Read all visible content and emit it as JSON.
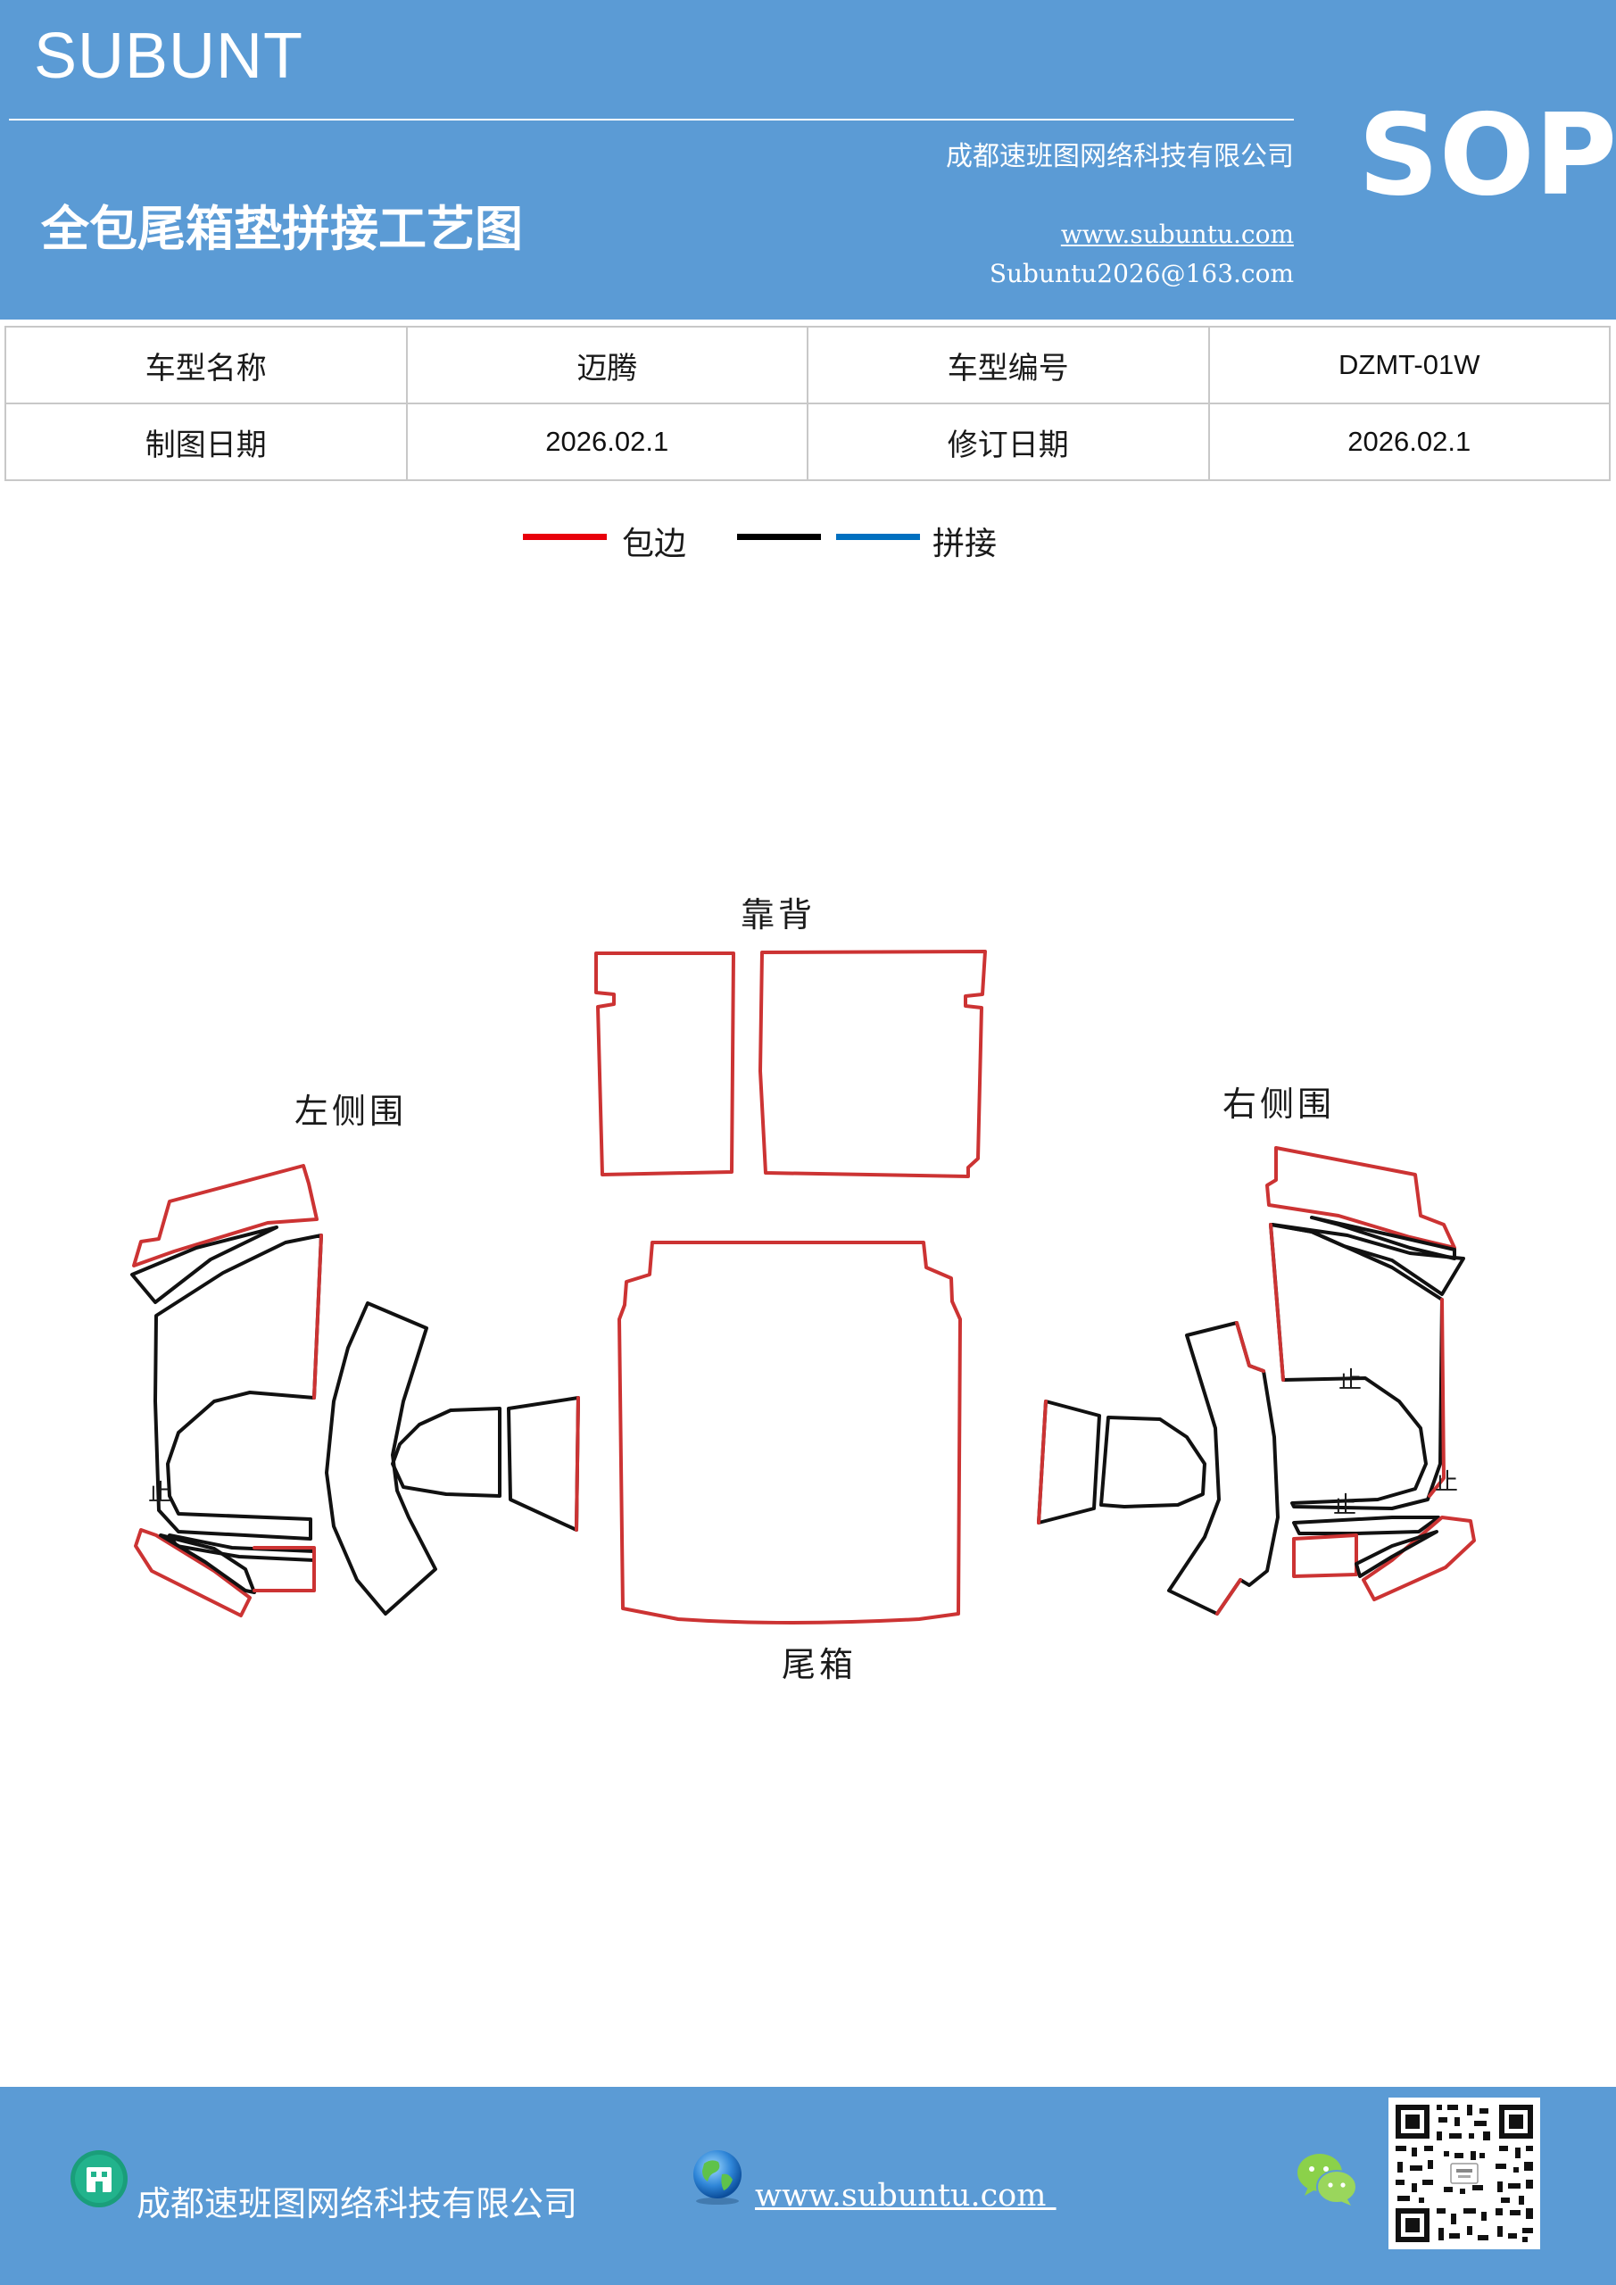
{
  "header": {
    "brand": "SUBUNT",
    "company": "成都速班图网络科技有限公司",
    "title": "全包尾箱垫拼接工艺图",
    "website": "www.subuntu.com",
    "email": "Subuntu2026@163.com",
    "badge": "SOP"
  },
  "info": {
    "model_name_label": "车型名称",
    "model_name_value": "迈腾",
    "model_code_label": "车型编号",
    "model_code_value": "DZMT-01W",
    "draw_date_label": "制图日期",
    "draw_date_value": "2026.02.1",
    "revise_date_label": "修订日期",
    "revise_date_value": "2026.02.1"
  },
  "legend": {
    "edge_label": "包边",
    "splice_label": "拼接",
    "colors": {
      "edge": "#e8000b",
      "splice_black": "#000000",
      "splice_blue": "#0070c0"
    }
  },
  "diagram": {
    "backrest": "靠背",
    "left_side": "左侧围",
    "right_side": "右侧围",
    "trunk": "尾箱",
    "stop_mark": "止"
  },
  "footer": {
    "company": "成都速班图网络科技有限公司",
    "website": "www.subuntu.com "
  }
}
